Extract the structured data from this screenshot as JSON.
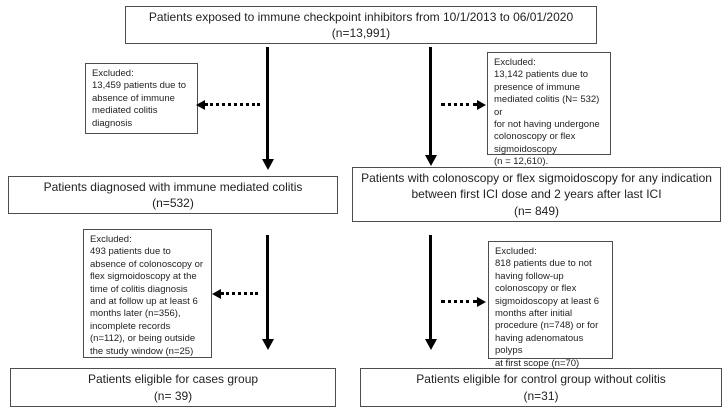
{
  "flow": {
    "top_box": {
      "lines": [
        "Patients exposed to immune checkpoint inhibitors from 10/1/2013 to 06/01/2020",
        "(n=13,991)"
      ]
    },
    "excluded_no_colitis_dx": {
      "text": "Excluded:\n13,459 patients due to\nabsence of immune\nmediated colitis\ndiagnosis"
    },
    "excluded_colitis_or_no_scope": {
      "text": "Excluded:\n13,142 patients due to\npresence of immune\nmediated colitis (N= 532) or\nfor not having undergone\ncolonoscopy or flex\nsigmoidoscopy\n(n = 12,610)."
    },
    "colitis_box": {
      "lines": [
        "Patients diagnosed with immune mediated colitis",
        "(n=532)"
      ]
    },
    "scope_box": {
      "lines": [
        "Patients with colonoscopy or flex sigmoidoscopy for any indication",
        "between first ICI dose and 2 years after last ICI",
        "(n= 849)"
      ]
    },
    "excluded_cases": {
      "text": "Excluded:\n493 patients due to\nabsence of colonoscopy or\nflex sigmoidoscopy at the\ntime of colitis diagnosis\nand at follow up at least 6\nmonths later (n=356),\nincomplete records\n(n=112), or being outside\nthe study window (n=25)"
    },
    "excluded_controls": {
      "text": "Excluded:\n818 patients due to not\nhaving follow-up\ncolonoscopy or flex\nsigmoidoscopy at least 6\nmonths after initial\nprocedure (n=748) or for\nhaving adenomatous polyps\nat first scope (n=70)"
    },
    "cases_box": {
      "lines": [
        "Patients eligible for cases group",
        "(n= 39)"
      ]
    },
    "controls_box": {
      "lines": [
        "Patients eligible for control group without colitis",
        "(n=31)"
      ]
    },
    "colors": {
      "box_border": "#4d4d4d",
      "text": "#1f1f1f",
      "arrow": "#000000",
      "background": "#ffffff"
    }
  }
}
